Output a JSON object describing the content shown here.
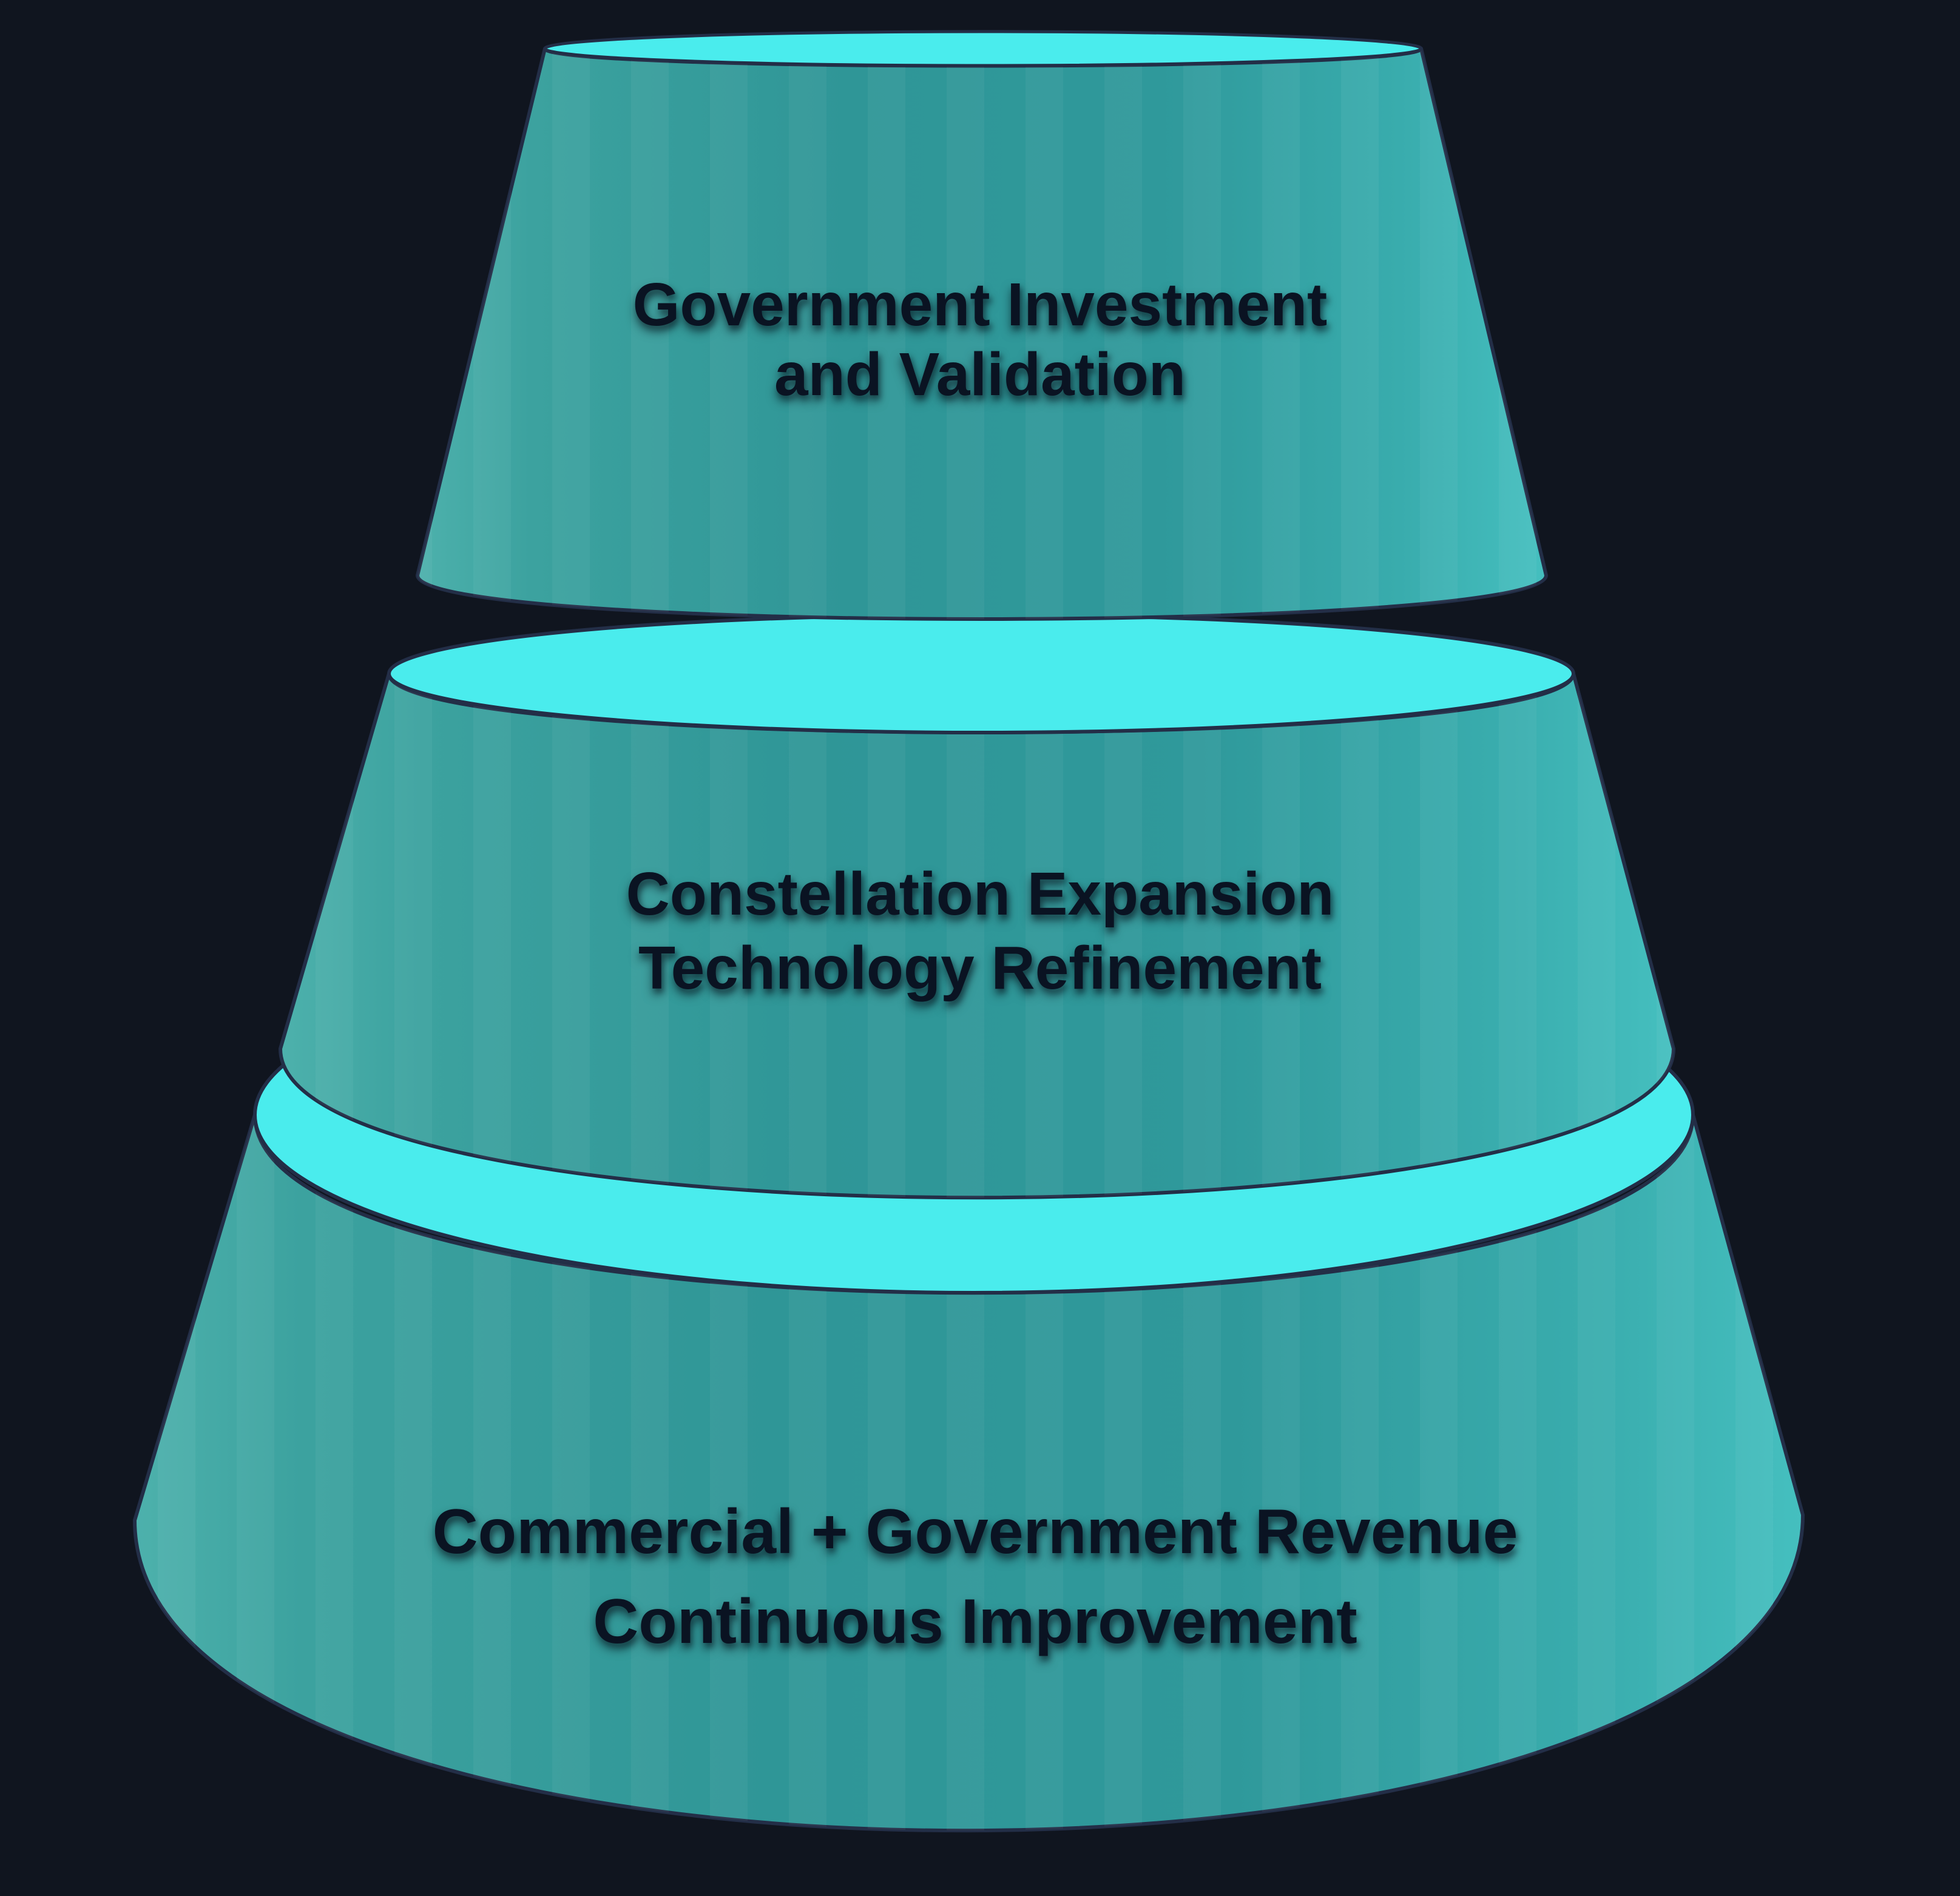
{
  "diagram": {
    "kind": "three-tier-inverted-cone-funnel",
    "background_color": "#10151f",
    "outline_color": "#232e47",
    "text_color": "#0a1322",
    "top_face_color": "#4aeced",
    "body_color": "#2f9697",
    "body_edge_highlight_color": "#45bfbf",
    "tiers": [
      {
        "id": "tier-top",
        "lines": [
          "Government Investment",
          "and Validation"
        ]
      },
      {
        "id": "tier-middle",
        "lines": [
          "Constellation Expansion",
          "Technology Refinement"
        ]
      },
      {
        "id": "tier-bottom",
        "lines": [
          "Commercial + Government Revenue",
          "Continuous Improvement"
        ]
      }
    ]
  }
}
